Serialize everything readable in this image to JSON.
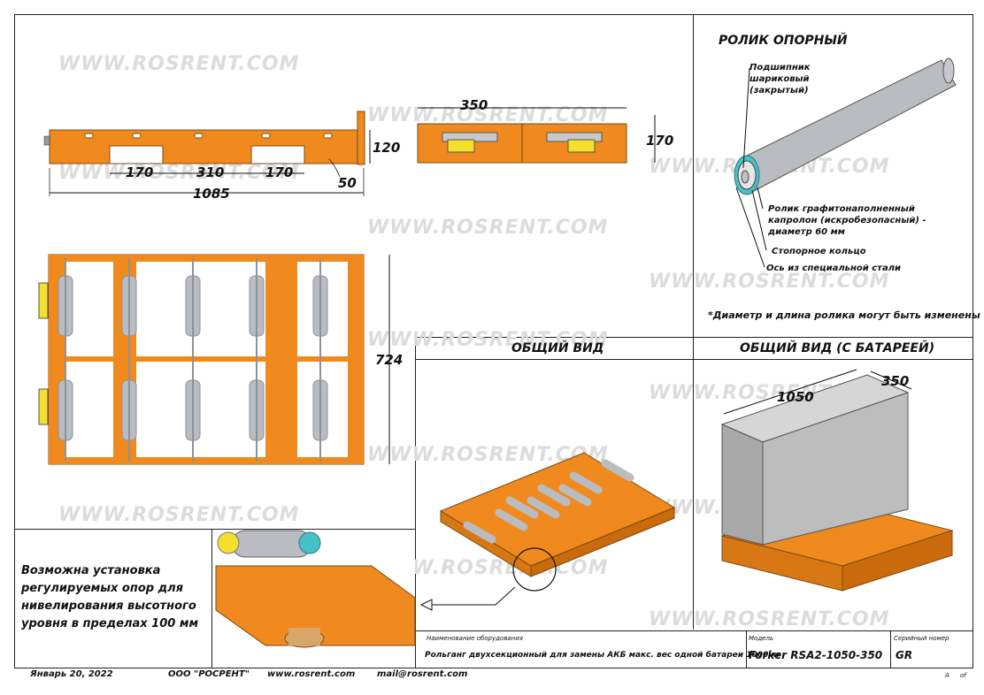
{
  "watermark": "WWW.ROSRENT.COM",
  "colors": {
    "frame": "#f08a1e",
    "frame_dark": "#c96a0c",
    "roller": "#b9bcc0",
    "roller_dark": "#8e9297",
    "bracket": "#f3df2c",
    "seal": "#47c1c7"
  },
  "dimensions": {
    "top_gap_1": "170",
    "top_gap_2": "310",
    "top_gap_3": "170",
    "total_length": "1085",
    "height_side": "120",
    "foot": "50",
    "end_width": "350",
    "end_height": "170",
    "plan_width": "724",
    "battery_length": "1050",
    "battery_width": "350"
  },
  "roller_detail": {
    "title": "РОЛИК ОПОРНЫЙ",
    "bearing": "Подшипник шариковый (закрытый)",
    "roller": "Ролик графитонаполненный капролон (искробезопасный) - диаметр 60 мм",
    "ring": "Стопорное кольцо",
    "axle": "Ось из специальной стали",
    "remark": "*Диаметр и длина ролика могут быть изменены"
  },
  "views": {
    "general": "ОБЩИЙ ВИД",
    "general_battery": "ОБЩИЙ ВИД (С БАТАРЕЕЙ)"
  },
  "note": "Возможна установка регулируемых опор для нивелирования высотного уровня в пределах 100 мм",
  "title_block": {
    "equipment_label": "Наименование оборудования",
    "equipment_value": "Рольганг двухсекционный для замены АКБ макс. вес одной батареи 1000 кг",
    "model_label": "Модель",
    "model_value": "Forker RSA2-1050-350",
    "serial_label": "Серийный номер",
    "serial_value": "GR",
    "sheet_a": "A",
    "sheet_of": "of"
  },
  "footer": {
    "date": "Январь 20, 2022",
    "company": "ООО \"РОСРЕНТ\"",
    "website": "www.rosrent.com",
    "email": "mail@rosrent.com"
  }
}
